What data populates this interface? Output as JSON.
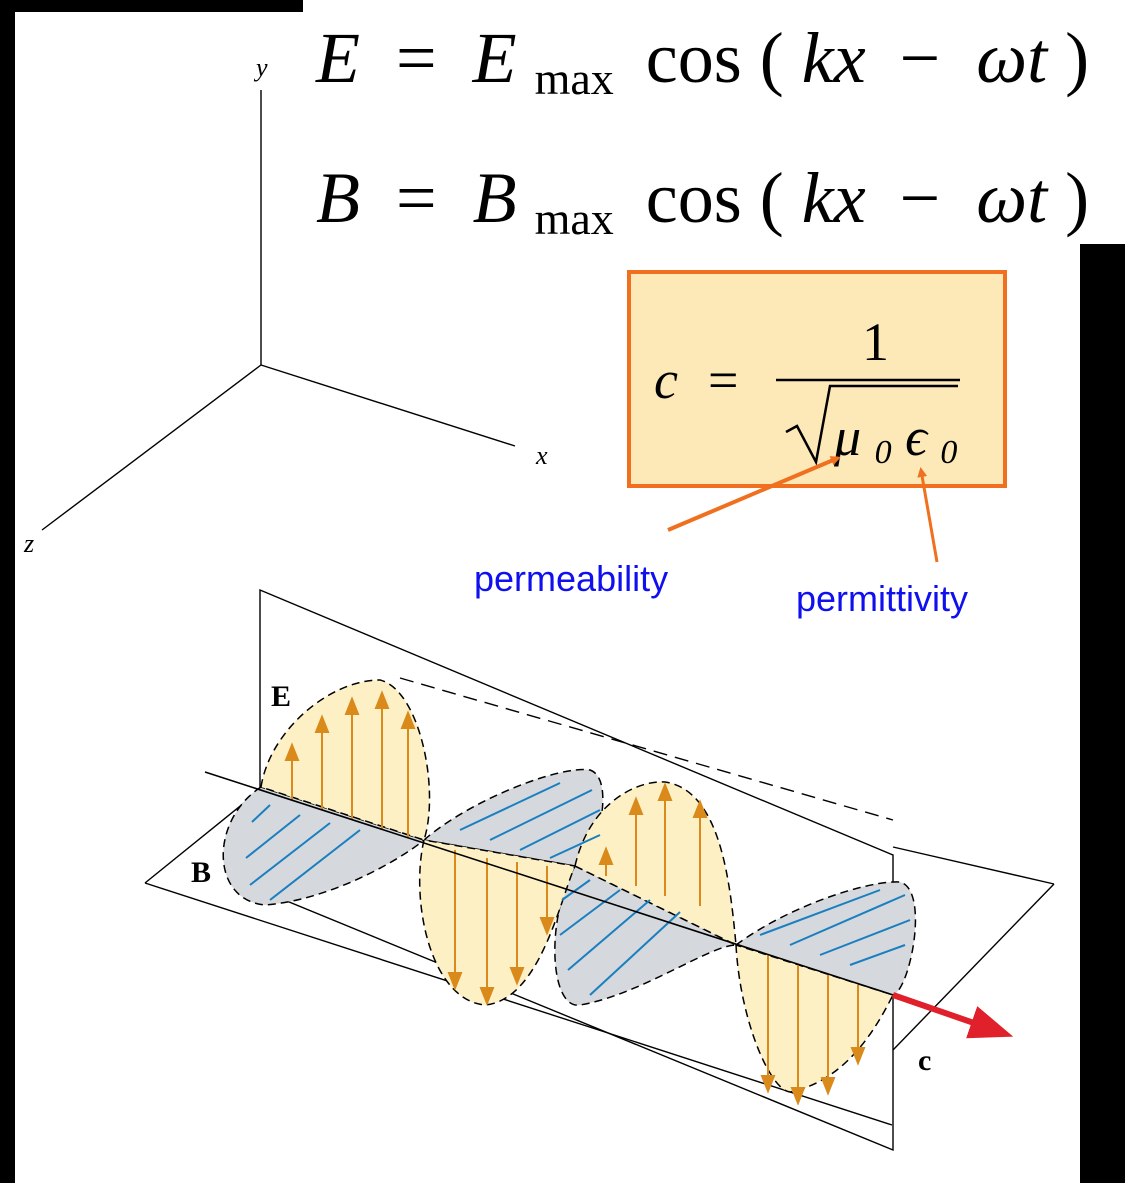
{
  "equations": {
    "e_field": {
      "lhs": "E",
      "eq": "=",
      "amp": "E",
      "amp_sub": "max",
      "func": "cos",
      "open": "(",
      "arg_k": "kx",
      "minus": "−",
      "arg_w": "ωt",
      "close": ")"
    },
    "b_field": {
      "lhs": "B",
      "eq": "=",
      "amp": "B",
      "amp_sub": "max",
      "func": "cos",
      "open": "(",
      "arg_k": "kx",
      "minus": "−",
      "arg_w": "ωt",
      "close": ")"
    },
    "speed": {
      "lhs": "c",
      "eq": "=",
      "numerator": "1",
      "mu": "μ",
      "mu_sub": "0",
      "eps": "ϵ",
      "eps_sub": "0"
    }
  },
  "annotations": {
    "permeability": "permeability",
    "permittivity": "permittivity"
  },
  "axes": {
    "x": "x",
    "y": "y",
    "z": "z"
  },
  "wave_labels": {
    "e": "E",
    "b": "B",
    "c": "c"
  },
  "colors": {
    "background": "#000000",
    "panel": "#ffffff",
    "box_fill": "#fde9b8",
    "box_border": "#f07020",
    "annotation": "#1010ee",
    "e_vectors": "#d98a1a",
    "b_vectors": "#1a7fc0",
    "lobe_e": "#fdf0c4",
    "lobe_b": "#d5d8dc",
    "c_arrow": "#e0202a"
  }
}
